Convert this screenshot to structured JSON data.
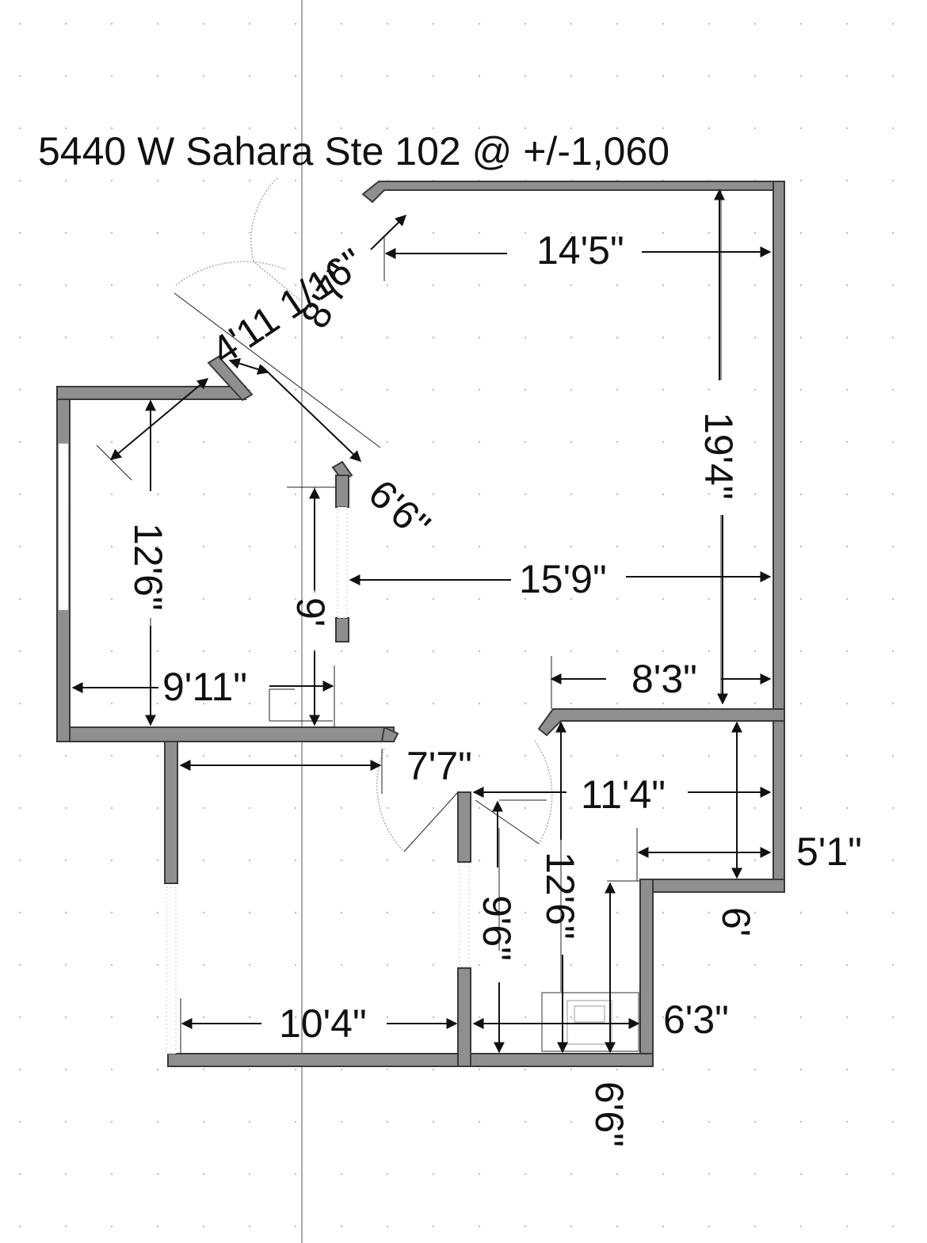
{
  "title": "5440 W Sahara Ste 102 @ +/-1,060",
  "dimensions": {
    "top_width": "14'5\"",
    "right_height": "19'4\"",
    "diag_top": "8'7\"",
    "diag_small": "4'11 1/16\"",
    "diag_entry": "6'6\"",
    "left_height": "12'6\"",
    "center_width": "15'9\"",
    "nine_ft": "9'",
    "left_width": "9'11\"",
    "right_mid": "8'3\"",
    "hall_width": "7'7\"",
    "mid_width": "11'4\"",
    "right_small": "5'1\"",
    "six_ft": "6'",
    "hall_height": "9'6\"",
    "bath_height": "12'6\"",
    "bath_width": "6'3\"",
    "bottom_left": "10'4\"",
    "bottom_height": "6'6\""
  }
}
